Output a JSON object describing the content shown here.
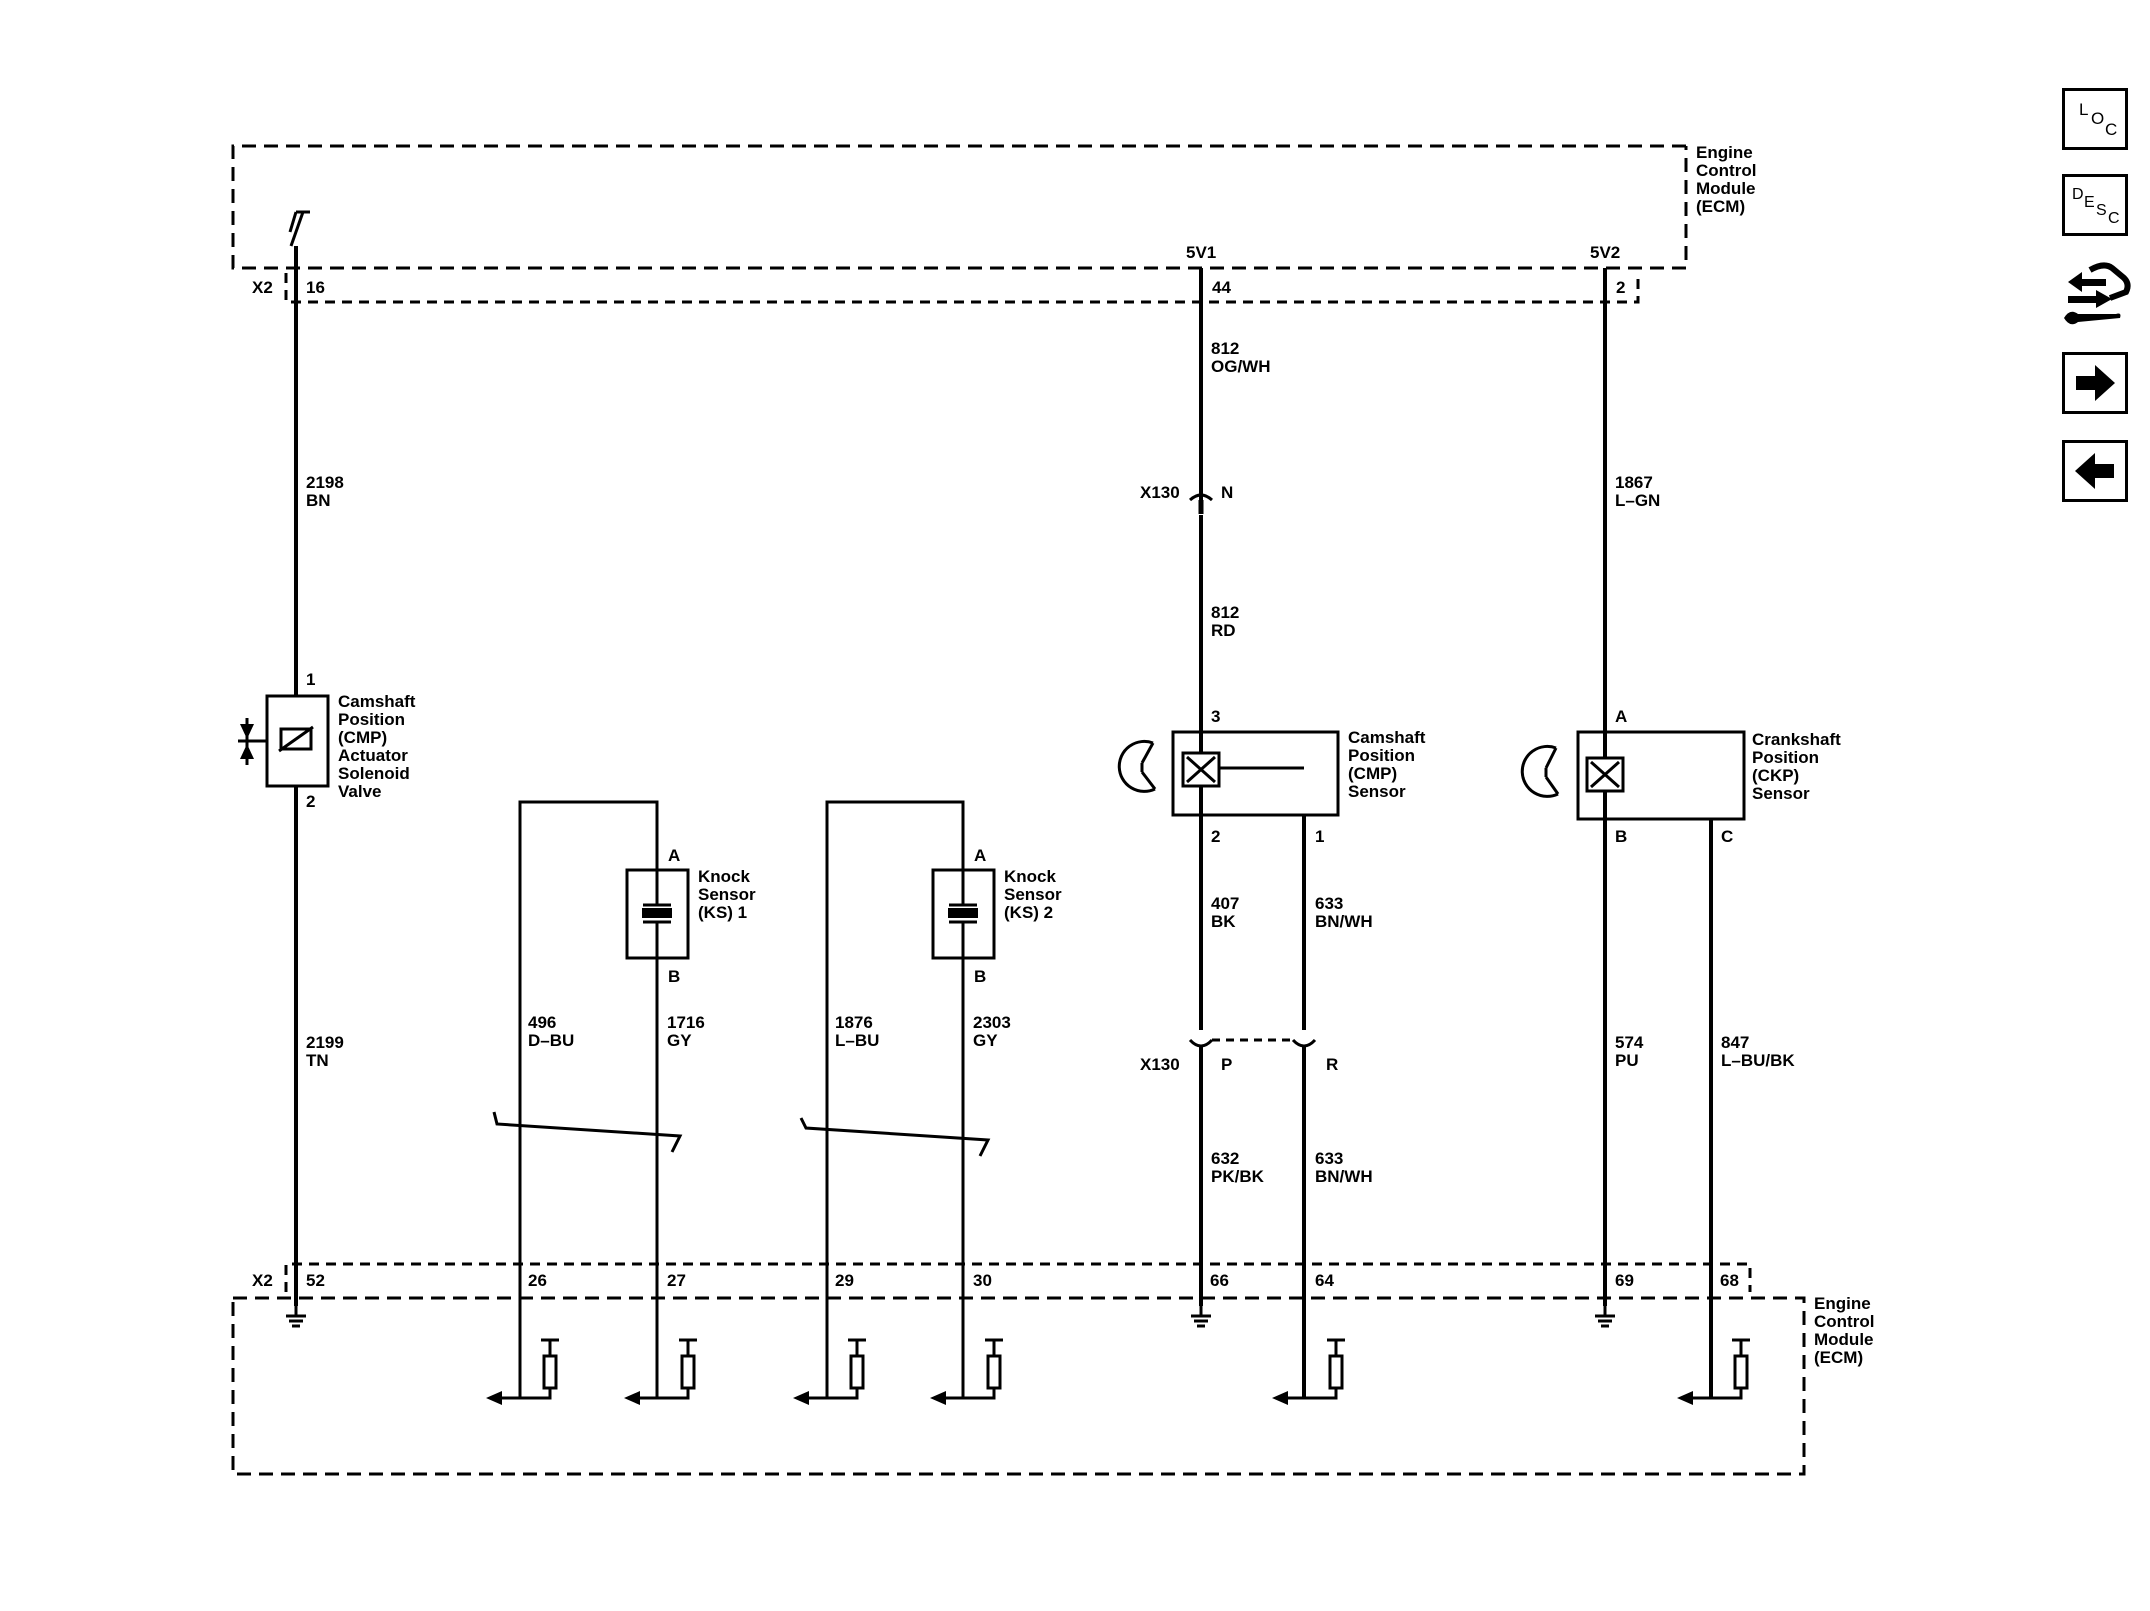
{
  "ecm_top": {
    "title": [
      "Engine",
      "Control",
      "Module",
      "(ECM)"
    ],
    "connector": "X2",
    "pin_cmp_actuator": "16",
    "supply_cmp": "5V1",
    "pin_cmp_supply": "44",
    "supply_ckp": "5V2",
    "pin_ckp_supply": "2"
  },
  "ecm_bottom": {
    "title": [
      "Engine",
      "Control",
      "Module",
      "(ECM)"
    ],
    "connector": "X2",
    "pins": [
      "52",
      "26",
      "27",
      "29",
      "30",
      "66",
      "64",
      "69",
      "68"
    ]
  },
  "cmp_actuator": {
    "label": [
      "Camshaft",
      "Position",
      "(CMP)",
      "Actuator",
      "Solenoid",
      "Valve"
    ],
    "pin_top": "1",
    "pin_bottom": "2",
    "wire_top": [
      "2198",
      "BN"
    ],
    "wire_bottom": [
      "2199",
      "TN"
    ]
  },
  "knock_sensor_1": {
    "label": [
      "Knock",
      "Sensor",
      "(KS) 1"
    ],
    "pin_a": "A",
    "pin_b": "B",
    "wire_left": [
      "496",
      "D–BU"
    ],
    "wire_right": [
      "1716",
      "GY"
    ]
  },
  "knock_sensor_2": {
    "label": [
      "Knock",
      "Sensor",
      "(KS) 2"
    ],
    "pin_a": "A",
    "pin_b": "B",
    "wire_left": [
      "1876",
      "L–BU"
    ],
    "wire_right": [
      "2303",
      "GY"
    ]
  },
  "cmp_sensor": {
    "label": [
      "Camshaft",
      "Position",
      "(CMP)",
      "Sensor"
    ],
    "pin_supply": "3",
    "pin_low": "2",
    "pin_signal": "1",
    "wire_supply_1": [
      "812",
      "OG/WH"
    ],
    "wire_supply_2": [
      "812",
      "RD"
    ],
    "wire_low_1": [
      "407",
      "BK"
    ],
    "wire_signal_1": [
      "633",
      "BN/WH"
    ],
    "wire_low_2": [
      "632",
      "PK/BK"
    ],
    "wire_signal_2": [
      "633",
      "BN/WH"
    ]
  },
  "ckp_sensor": {
    "label": [
      "Crankshaft",
      "Position",
      "(CKP)",
      "Sensor"
    ],
    "pin_supply": "A",
    "pin_low": "B",
    "pin_signal": "C",
    "wire_supply": [
      "1867",
      "L–GN"
    ],
    "wire_low": [
      "574",
      "PU"
    ],
    "wire_signal": [
      "847",
      "L–BU/BK"
    ]
  },
  "inline_connector": {
    "name": "X130",
    "pin_supply": "N",
    "pin_low": "P",
    "pin_signal": "R"
  },
  "nav": {
    "loc": [
      "L",
      "O",
      "C"
    ],
    "desc": [
      "D",
      "E",
      "S",
      "C"
    ]
  }
}
